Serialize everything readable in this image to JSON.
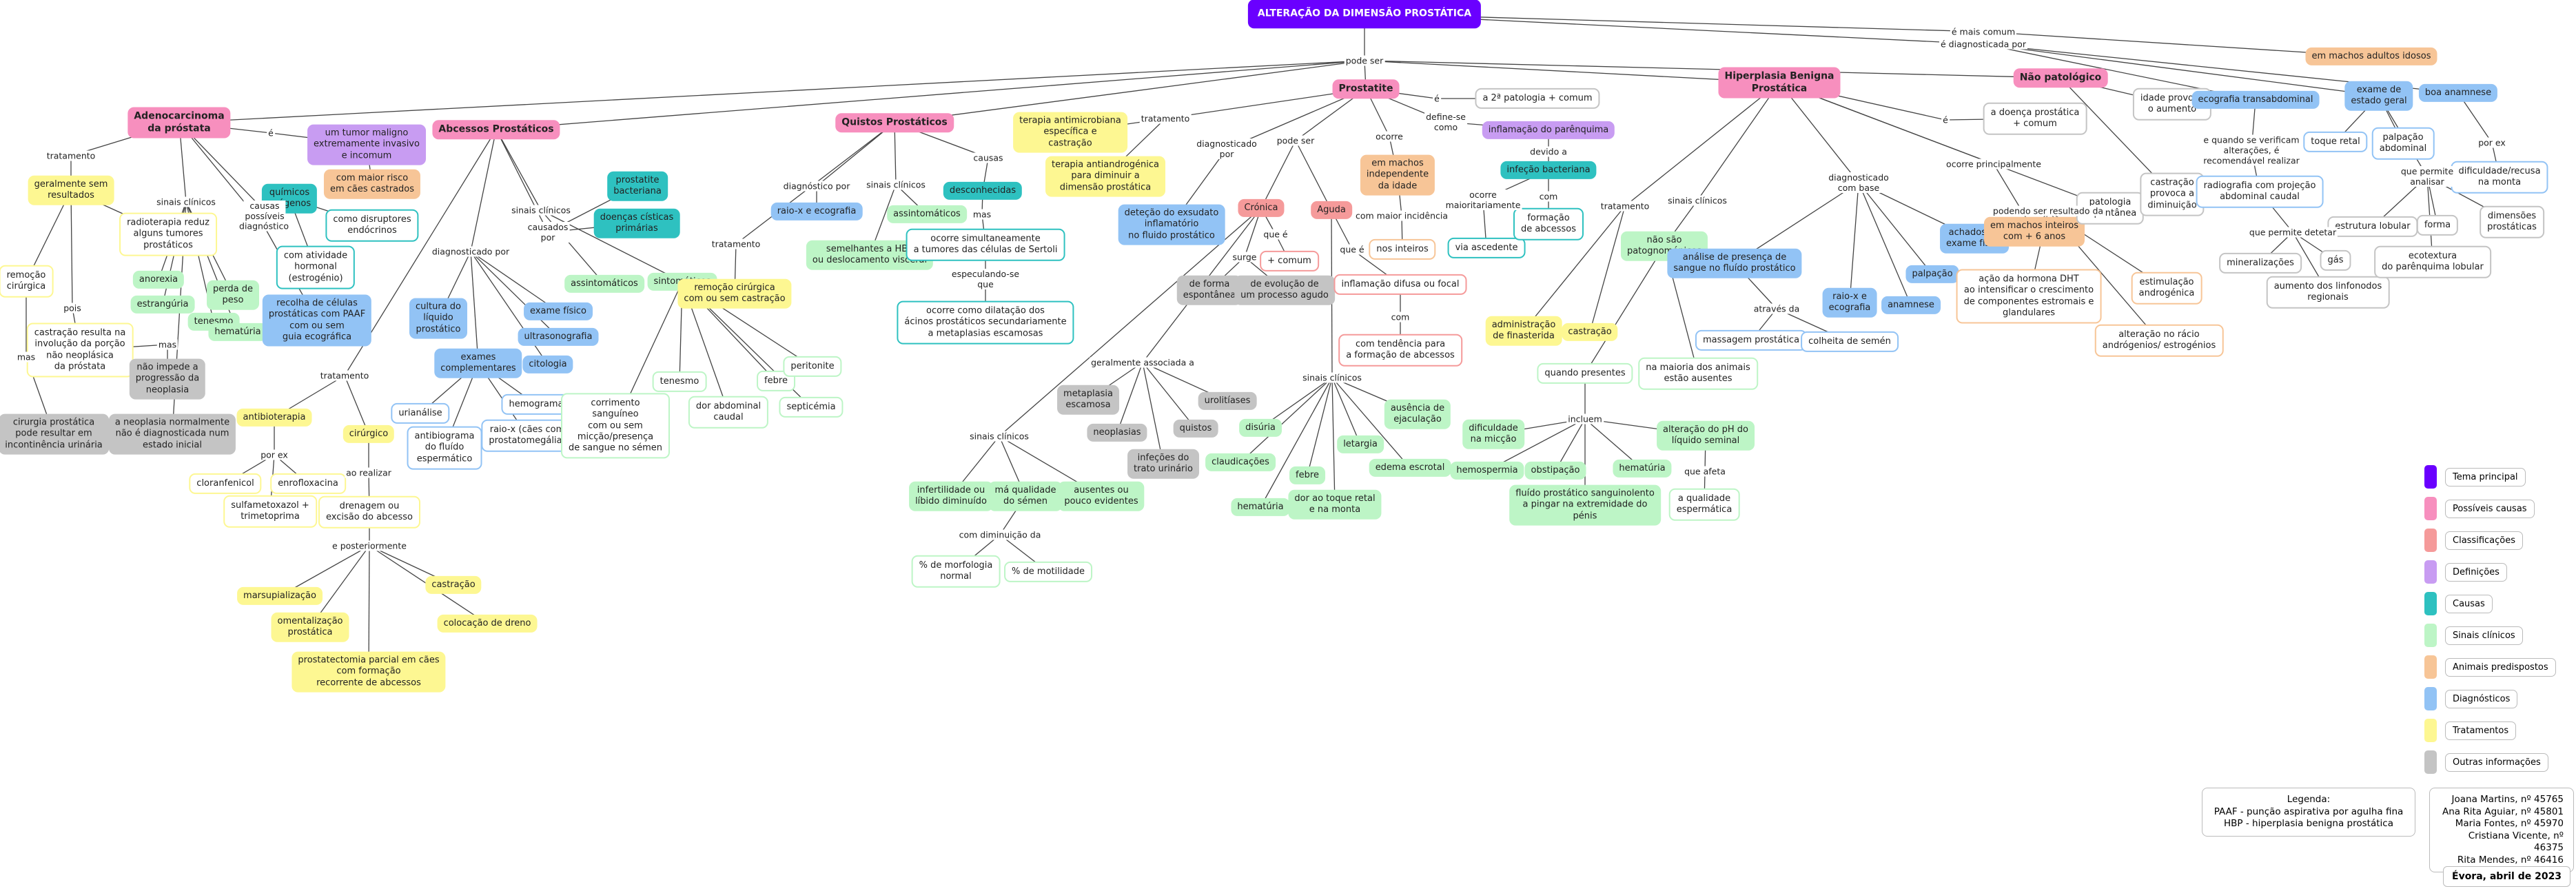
{
  "nodes": {
    "main": "ALTERAÇÃO DA DIMENSÃO PROSTÁTICA",
    "adeno": "Adenocarcinoma\nda próstata",
    "abcessos": "Abcessos Prostáticos",
    "quistos": "Quistos Prostáticos",
    "prostatite": "Prostatite",
    "hbp": "Hiperplasia Benigna\nProstática",
    "naopato": "Não patológico",
    "tumor": "um tumor maligno\nextremamente invasivo\ne incomum",
    "maior_risco": "com maior risco\nem cães castrados",
    "quimicos": "químicos\nexógenos",
    "disruptores": "como disruptores\nendócrinos",
    "atividade": "com atividade\nhormonal\n(estrogénio)",
    "geral_sem": "geralmente sem\nresultados",
    "remocao_cir": "remoção\ncirúrgica",
    "radioterapia": "radioterapia reduz\nalguns tumores\nprostáticos",
    "castracao_resulta": "castração resulta na\ninvolução da porção\nnão neoplásica\nda próstata",
    "cirurgia_prost": "cirurgia prostática\npode resultar em\nincontinência urinária",
    "neoplasia_norm": "a neoplasia normalmente\nnão é diagnosticada num\nestado inicial",
    "nao_impede": "não impede a\nprogressão da\nneoplasia",
    "anorexia": "anorexia",
    "estrangúria": "estrangúria",
    "tenesmo_a": "tenesmo",
    "perda_peso": "perda de\npeso",
    "hematuria_a": "hematúria",
    "recolha": "recolha de células\nprostáticas com PAAF\ncom ou sem\nguia ecográfica",
    "prost_bact": "prostatite\nbacteriana",
    "doencas_cist": "doenças císticas\nprimárias",
    "assint_abc": "assintomáticos",
    "sintomaticos": "sintomáticos",
    "cultura": "cultura do\nlíquido\nprostático",
    "exames_compl": "exames\ncomplementares",
    "exame_fisico_abc": "exame físico",
    "ultrasonografia": "ultrasonografia",
    "citologia": "citologia",
    "urianalise": "urianálise",
    "hemograma": "hemograma",
    "antibiograma": "antibiograma\ndo fluído\nespermático",
    "raiox_caes": "raio-x (cães com\nprostatomegália)",
    "corrimento": "corrimento\nsanguíneo\ncom ou sem\nmicção/presença\nde sangue no sémen",
    "tenesmo_abc": "tenesmo",
    "dor_abd": "dor abdominal\ncaudal",
    "febre_abc": "febre",
    "peritonite": "peritonite",
    "septicemia": "septicémia",
    "antibioterapia": "antibioterapia",
    "cirurgico": "cirúrgico",
    "cloranfenicol": "cloranfenicol",
    "enrofloxacina": "enrofloxacina",
    "sulfametoxazol": "sulfametoxazol +\ntrimetoprima",
    "drenagem": "drenagem ou\nexcisão do abcesso",
    "marsupializacao": "marsupialização",
    "omentalizacao": "omentalização\nprostática",
    "prostatectomia": "prostatectomia parcial em cães\ncom formação\nrecorrente de abcessos",
    "castracao_abc": "castração",
    "colocacao": "colocação de dreno",
    "remocao_quistos": "remoção cirúrgica\ncom ou sem castração",
    "raiox_eco": "raio-x e ecografia",
    "assint_q": "assintomáticos",
    "semelhantes": "semelhantes a HBP\nou deslocamento visceral",
    "desconhecidas": "desconhecidas",
    "ocorre_sim": "ocorre simultaneamente\na tumores das células de Sertoli",
    "ocorre_dil": "ocorre como dilatação dos\nácinos prostáticos secundariamente\na metaplasias escamosas",
    "terapia_anti": "terapia antimicrobiana\nespecífica e\ncastração",
    "terapia_antiandro": "terapia antiandrogénica\npara diminuir a\ndimensão prostática",
    "detecao": "deteção do exsudato\ninflamatório\nno fluido prostático",
    "cronica": "Crónica",
    "aguda": "Aguda",
    "mais_comum": "+ comum",
    "forma_esp": "de forma\nespontânea",
    "evolucao": "de evolução de\num processo agudo",
    "metaplasia": "metaplasia\nescamosa",
    "neoplasias": "neoplasias",
    "infecoes": "infeções do\ntrato urinário",
    "quistos_n": "quistos",
    "urolitiases": "urolitíases",
    "infertilidade": "infertilidade ou\nlíbido diminuído",
    "ma_qualidade": "má qualidade\ndo sémen",
    "ausentes": "ausentes ou\npouco evidentes",
    "morf_normal": "% de morfologia\nnormal",
    "motilidade": "% de motilidade",
    "disuria": "disúria",
    "claudicacoes": "claudicações",
    "hematuria_p": "hematúria",
    "febre_p": "febre",
    "dor_toque": "dor ao toque retal\ne na monta",
    "letargia": "letargia",
    "ausencia_ejac": "ausência de\nejaculação",
    "edema": "edema escrotal",
    "machos_indep": "em machos\nindependente\nda idade",
    "nos_inteiros": "nos inteiros",
    "inflam_difusa": "inflamação difusa ou focal",
    "tendencia": "com tendência para\na formação de abcessos",
    "a_segunda": "a 2ª patologia + comum",
    "inflamacao_par": "inflamação do parênquima",
    "infecao_bact": "infeção bacteriana",
    "via_ascendente": "via ascedente",
    "formacao_abc": "formação\nde abcessos",
    "administracao": "administração\nde finasterida",
    "castracao_hbp": "castração",
    "nao_patogn": "não são\npatognomónicos",
    "analise": "análise de presença de\nsangue no fluído prostático",
    "raiox_eco_hbp": "raio-x e\necografia",
    "anamnese_hbp": "anamnese",
    "palpacao": "palpação",
    "achados": "achados do\nexame físico",
    "massagem": "massagem prostática",
    "colheita": "colheita de semén",
    "quando_presentes": "quando presentes",
    "na_maioria": "na maioria dos animais\nestão ausentes",
    "dificuldade": "dificuldade\nna micção",
    "hemospermia": "hemospermia",
    "obstipacao": "obstipação",
    "hematuria_hbp": "hematúria",
    "alteracao_ph": "alteração do pH do\nlíquido seminal",
    "fluido_sang": "fluído prostático sanguinolento\na pingar na extremidade do\npénis",
    "qualidade_esp": "a qualidade\nespermática",
    "machos_inteiros": "em machos inteiros\ncom + 6 anos",
    "estimulacao": "estimulação\nandrogénica",
    "acao_dht": "ação da hormona DHT\nao intensificar o crescimento\nde componentes estromais e\nglandulares",
    "alteracao_racio": "alteração no rácio\nandrógenios/ estrogénios",
    "doenca_prost": "a doença prostática\n+ comum",
    "patologia_esp": "patologia\nespontânea",
    "castracao_prov": "castração\nprovoca a\ndiminuição",
    "idade_prov": "idade provoca\no aumento",
    "em_machos_adultos": "em machos adultos idosos",
    "ecografia_trans": "ecografia transabdominal",
    "exame_geral": "exame de\nestado geral",
    "boa_anamnese": "boa anamnese",
    "toque_retal": "toque retal",
    "palpacao_abd": "palpação\nabdominal",
    "dificuldade_recusa": "dificuldade/recusa\nna monta",
    "radiografia": "radiografia com projeção\nabdominal caudal",
    "estrutura": "estrutura lobular",
    "forma": "forma",
    "dimensoes": "dimensões\nprostáticas",
    "mineralizacoes": "mineralizações",
    "gas": "gás",
    "aumento_linf": "aumento dos linfonodos\nregionais",
    "ecotextura": "ecotextura\ndo parênquima lobular"
  },
  "labels": {
    "pode_ser": "pode ser",
    "e_mais_comum": "é mais comum",
    "e_diagnosticada_por": "é diagnosticada por",
    "e1": "é",
    "causas_possiveis": "causas\npossíveis",
    "tratamento_a": "tratamento",
    "sinais_clinicos_a": "sinais clínicos",
    "diagnostico_a": "diagnóstico",
    "pois": "pois",
    "mas1": "mas",
    "mas2": "mas",
    "causados_por": "causados\npor",
    "sinais_clinicos_abc": "sinais clínicos",
    "diagnosticado_por_abc": "diagnosticado por",
    "tratamento_abc": "tratamento",
    "por_ex": "por ex",
    "ao_realizar": "ao realizar",
    "e_posteriormente": "e posteriormente",
    "tratamento_q": "tratamento",
    "diagnostico_por_q": "diagnóstico por",
    "sinais_clinicos_q": "sinais clínicos",
    "causas_q": "causas",
    "mas_q": "mas",
    "especulando_se": "especulando-se\nque",
    "tratamento_p": "tratamento",
    "diagnosticado_por_p": "diagnosticado\npor",
    "pode_ser_p": "pode ser",
    "ocorre": "ocorre",
    "e2": "é",
    "define_se": "define-se\ncomo",
    "que_e": "que é",
    "surge": "surge",
    "com_maior": "com maior incidência",
    "que_e2": "que é",
    "com": "com",
    "geralmente_assoc": "geralmente associada a",
    "sinais_clinicos_cr": "sinais clínicos",
    "com_diminuicao": "com diminuição da",
    "sinais_clinicos_ag": "sinais clínicos",
    "devido_a": "devido a",
    "ocorre_maior": "ocorre\nmaioritariamente",
    "com2": "com",
    "tratamento_hbp": "tratamento",
    "sinais_clinicos_hbp": "sinais clínicos",
    "diagnosticado_com": "diagnosticado\ncom base",
    "atraves_da": "através da",
    "incluem": "incluem",
    "que_afeta": "que afeta",
    "ocorre_princ": "ocorre principalmente",
    "podendo_ser": "podendo ser resultado da",
    "e3": "é",
    "e_quando": "e quando se verificam\nalterações, é\nrecomendável realizar",
    "que_permite_det": "que permite detetar",
    "que_permite_an": "que permite\nanalisar",
    "por_ex2": "por ex"
  },
  "legend": [
    {
      "label": "Tema principal",
      "color": "#6a00ff"
    },
    {
      "label": "Possíveis causas",
      "color": "#f78fbe"
    },
    {
      "label": "Classificações",
      "color": "#f59a9a"
    },
    {
      "label": "Definições",
      "color": "#c89cf2"
    },
    {
      "label": "Causas",
      "color": "#2ec1c0"
    },
    {
      "label": "Sinais clínicos",
      "color": "#bdf5c6"
    },
    {
      "label": "Animais predispostos",
      "color": "#f7c597"
    },
    {
      "label": "Diagnósticos",
      "color": "#92c3f5"
    },
    {
      "label": "Tratamentos",
      "color": "#fdf792"
    },
    {
      "label": "Outras informações",
      "color": "#c4c4c4"
    }
  ],
  "note": "Legenda:\nPAAF - punção aspirativa por agulha fina\nHBP - hiperplasia benigna prostática",
  "authors": "Joana Martins, nº 45765\nAna Rita Aguiar, nº 45801\nMaria Fontes, nº 45970\nCristiana Vicente, nº 46375\nRita Mendes, nº 46416",
  "date": "Évora, abril de 2023"
}
